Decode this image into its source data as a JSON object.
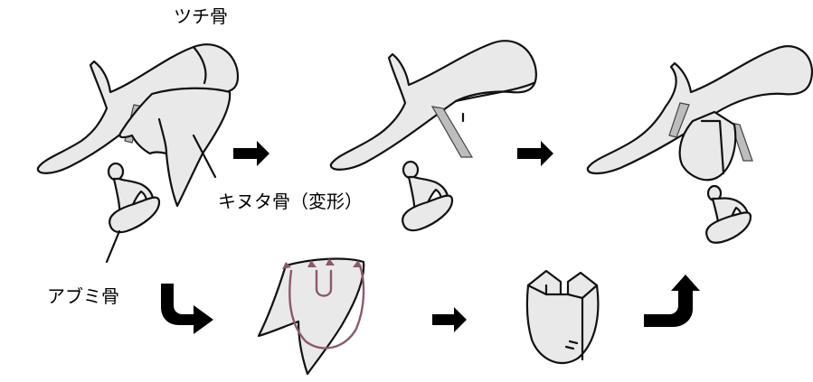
{
  "labels": {
    "malleus": "ツチ骨",
    "incus": "キヌタ骨（変形）",
    "stapes": "アブミ骨"
  },
  "figure": {
    "steps": [
      "stage-1-original",
      "stage-2-incus-removed",
      "stage-3-reconstructed"
    ],
    "process": [
      "incus-reshaped",
      "incus-carved-block",
      "block-inserted"
    ],
    "arrow_icons": [
      "right-arrow-icon",
      "curved-down-right-arrow-icon",
      "curved-up-right-arrow-icon"
    ],
    "colors": {
      "bone_fill": "#e9e9e9",
      "outline": "#111111",
      "ligament": "#bdbdbd",
      "cut_line": "#8a5b66"
    }
  }
}
